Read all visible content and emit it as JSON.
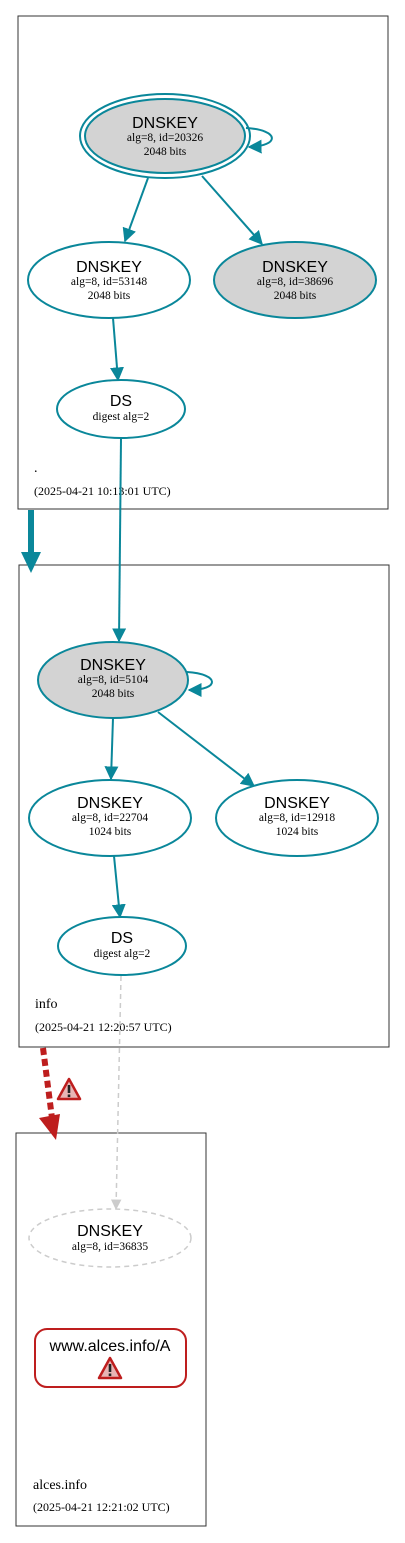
{
  "colors": {
    "edge": "#0a879a",
    "node_fill_sep": "#d3d3d3",
    "error": "#be1e1e",
    "insecure": "#cccccc"
  },
  "zones": [
    {
      "name": ".",
      "timestamp": "(2025-04-21 10:13:01 UTC)",
      "nodes": [
        {
          "title": "DNSKEY",
          "line1": "alg=8, id=20326",
          "line2": "2048 bits"
        },
        {
          "title": "DNSKEY",
          "line1": "alg=8, id=53148",
          "line2": "2048 bits"
        },
        {
          "title": "DNSKEY",
          "line1": "alg=8, id=38696",
          "line2": "2048 bits"
        },
        {
          "title": "DS",
          "line1": "digest alg=2"
        }
      ]
    },
    {
      "name": "info",
      "timestamp": "(2025-04-21 12:20:57 UTC)",
      "nodes": [
        {
          "title": "DNSKEY",
          "line1": "alg=8, id=5104",
          "line2": "2048 bits"
        },
        {
          "title": "DNSKEY",
          "line1": "alg=8, id=22704",
          "line2": "1024 bits"
        },
        {
          "title": "DNSKEY",
          "line1": "alg=8, id=12918",
          "line2": "1024 bits"
        },
        {
          "title": "DS",
          "line1": "digest alg=2"
        }
      ]
    },
    {
      "name": "alces.info",
      "timestamp": "(2025-04-21 12:21:02 UTC)",
      "nodes": [
        {
          "title": "DNSKEY",
          "line1": "alg=8, id=36835"
        },
        {
          "title": "www.alces.info/A"
        }
      ]
    }
  ],
  "icons": [
    "warning-icon",
    "warning-icon"
  ]
}
